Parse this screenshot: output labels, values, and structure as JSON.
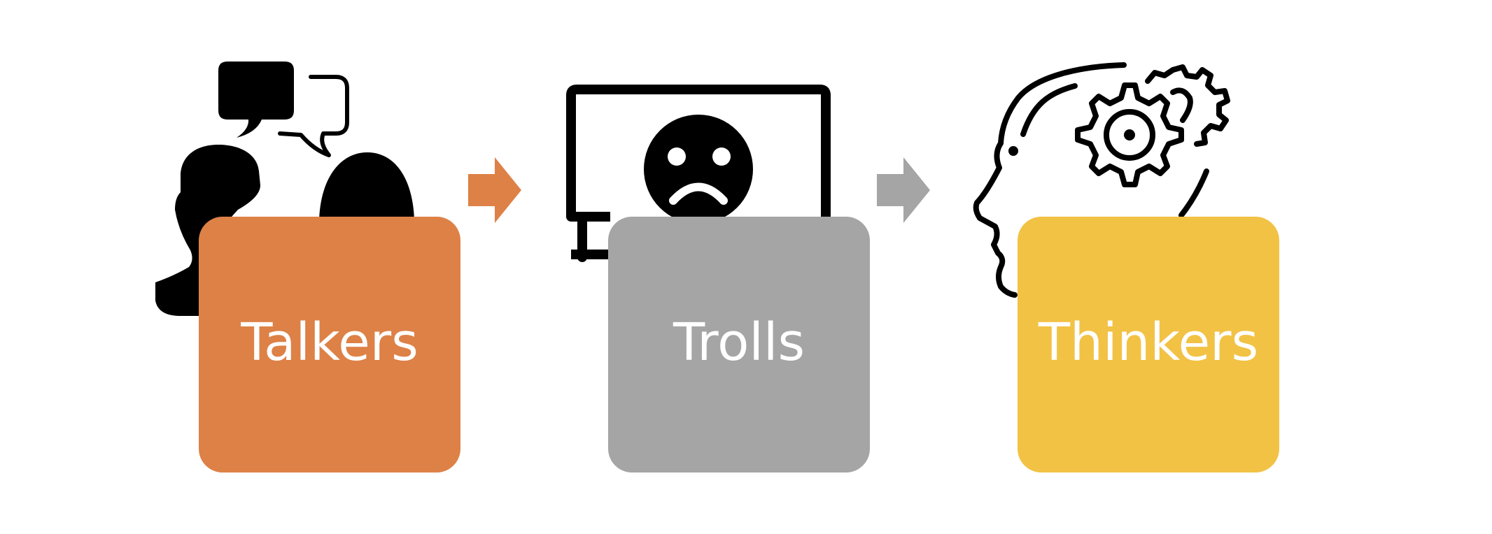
{
  "diagram": {
    "steps": [
      {
        "label": "Talkers",
        "color": "#DD8147",
        "icon": "people-talking-icon"
      },
      {
        "label": "Trolls",
        "color": "#A5A5A5",
        "icon": "sad-face-screen-icon"
      },
      {
        "label": "Thinkers",
        "color": "#F2C245",
        "icon": "head-gears-icon"
      }
    ],
    "arrows": [
      {
        "color": "#DD8147",
        "icon": "arrow-right-icon"
      },
      {
        "color": "#A5A5A5",
        "icon": "arrow-right-icon"
      }
    ]
  }
}
